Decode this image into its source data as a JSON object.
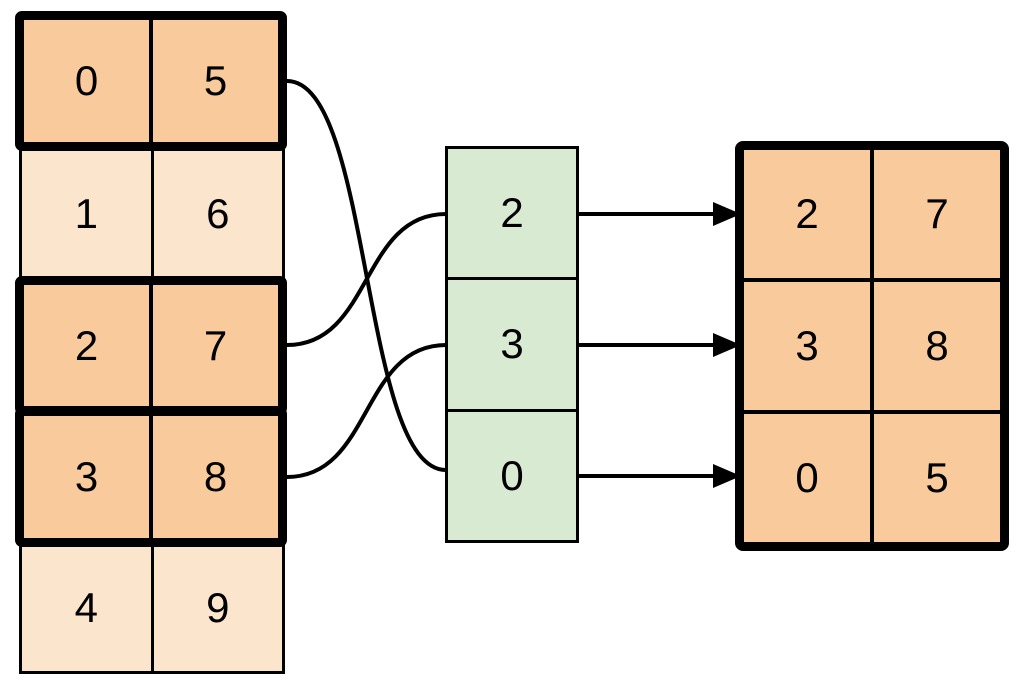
{
  "figure": {
    "description": "array fancy-indexing diagram",
    "source_table": {
      "rows": [
        {
          "cells": [
            "0",
            "5"
          ],
          "highlighted": true
        },
        {
          "cells": [
            "1",
            "6"
          ],
          "highlighted": false
        },
        {
          "cells": [
            "2",
            "7"
          ],
          "highlighted": true
        },
        {
          "cells": [
            "3",
            "8"
          ],
          "highlighted": true
        },
        {
          "cells": [
            "4",
            "9"
          ],
          "highlighted": false
        }
      ]
    },
    "index_column": {
      "cells": [
        "2",
        "3",
        "0"
      ]
    },
    "result_table": {
      "rows": [
        {
          "cells": [
            "2",
            "7"
          ]
        },
        {
          "cells": [
            "3",
            "8"
          ]
        },
        {
          "cells": [
            "0",
            "5"
          ]
        }
      ]
    },
    "connections": {
      "curves": [
        {
          "from_source_row": 0,
          "to_index_row": 2
        },
        {
          "from_source_row": 2,
          "to_index_row": 0
        },
        {
          "from_source_row": 3,
          "to_index_row": 1
        }
      ],
      "arrows": [
        {
          "from_index_row": 0,
          "to_result_row": 0
        },
        {
          "from_index_row": 1,
          "to_result_row": 1
        },
        {
          "from_index_row": 2,
          "to_result_row": 2
        }
      ]
    }
  },
  "colors": {
    "highlight_fill": "#f9cb9c",
    "muted_fill": "#fce5cd",
    "index_fill": "#d9ead3",
    "line": "#000000",
    "background": "#ffffff"
  }
}
